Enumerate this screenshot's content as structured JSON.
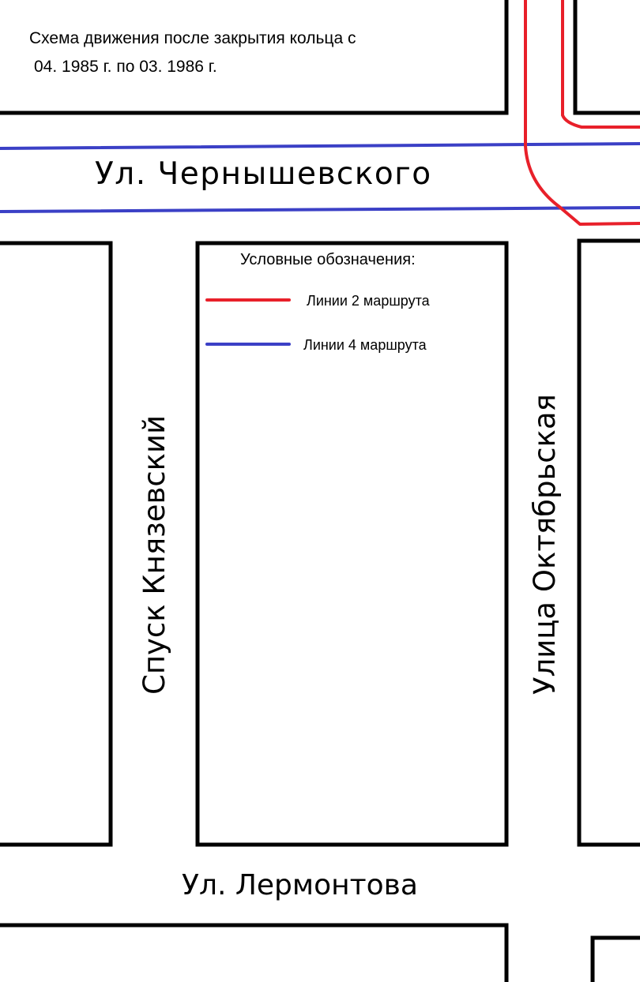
{
  "title_line1": "Схема движения после закрытия кольца с",
  "title_line2": "04. 1985 г. по 03. 1986 г.",
  "streets": {
    "chernyshevskogo": "Ул. Чернышевского",
    "knyazevsky": "Спуск Князевский",
    "oktyabrskaya": "Улица Октябрьская",
    "lermontova": "Ул. Лермонтова"
  },
  "legend": {
    "title": "Условные обозначения:",
    "items": [
      {
        "label": "Линии 2 маршрута",
        "color": "#e8202a"
      },
      {
        "label": "Линии 4 маршрута",
        "color": "#3b40c6"
      }
    ]
  }
}
